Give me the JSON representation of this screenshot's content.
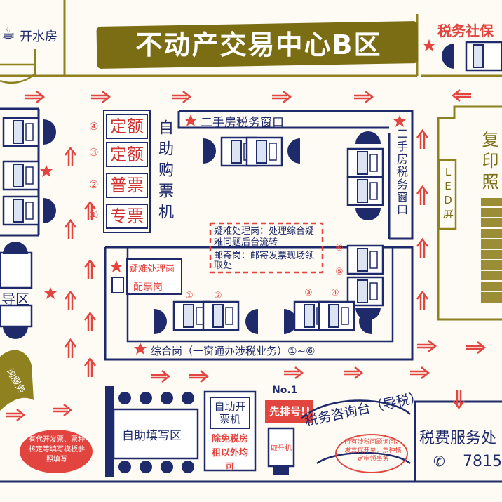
{
  "title": "不动产交易中心B区",
  "top_left_room": "开水房",
  "top_right_label": "税务社保",
  "second_hand_window_h": "二手房税务窗口",
  "second_hand_window_v": "二手房税务窗口",
  "self_ticket_machine": "自助购票机",
  "tickets": [
    {
      "num": "④",
      "label": "定额"
    },
    {
      "num": "③",
      "label": "定额"
    },
    {
      "num": "②",
      "label": "普票"
    },
    {
      "num": "①",
      "label": "专票"
    }
  ],
  "note_difficult": "疑难处理岗：处理综合疑难问题后台流转",
  "note_mail": "邮寄岗：邮寄发票现场领取处",
  "label_difficult": "疑难处理岗",
  "label_ticket_post": "配票岗",
  "general_post": "综合岗（一窗通办涉税业务）①~⑥",
  "guide_area": "导区",
  "led_screen": "LED屏",
  "copy_photo": "复印照",
  "self_fill_area": "自助填写区",
  "self_invoice_machine": "自助开票机",
  "self_invoice_note": "除免税房租以外均可",
  "queue_machine": "取号机",
  "queue_tag": "No.1",
  "queue_first": "先排号!!",
  "consult_desk": "税务咨询台（导税）",
  "consult_note": "所有涉税问题询问，发票代开单，票种核定申领事务",
  "left_service": "询服务",
  "red_note": "有代开发票、票种核定等填写模板参照填写",
  "tax_service_hall": "税费服务处",
  "phone": "7815",
  "counter_numbers": [
    "①",
    "②",
    "③",
    "④",
    "⑤",
    "⑥"
  ],
  "colors": {
    "navy": "#1f2a6b",
    "red": "#e2453f",
    "olive": "#7a6d14",
    "paper": "#fdfbf3"
  }
}
